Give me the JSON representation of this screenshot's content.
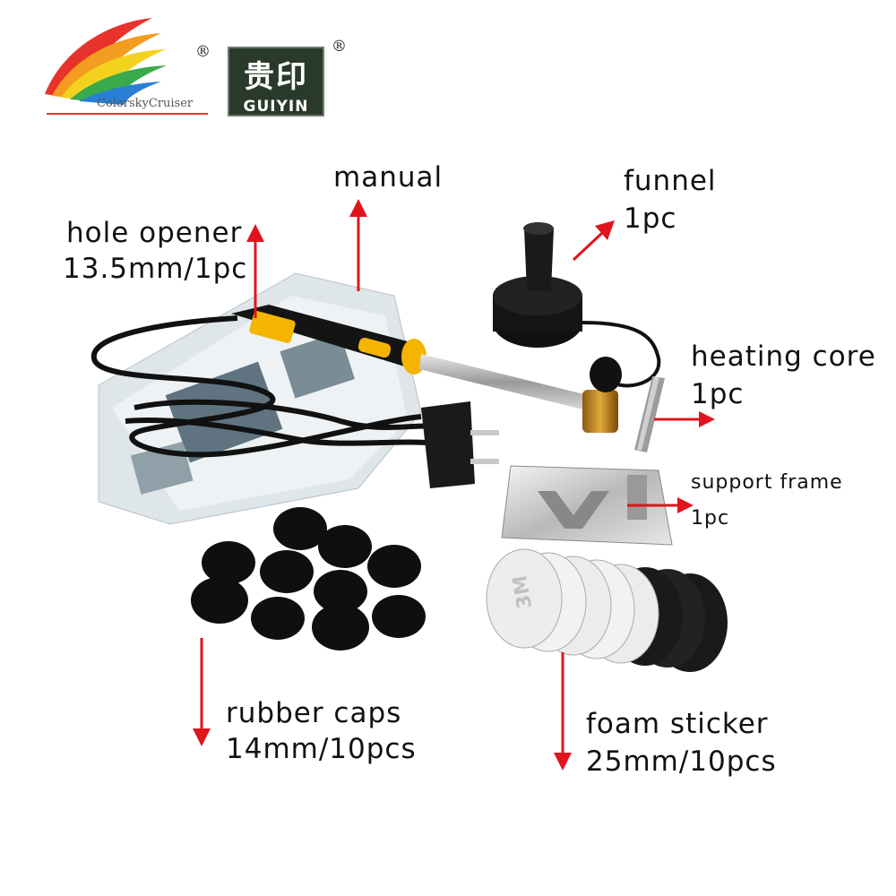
{
  "branding": {
    "logo1_name": "ColorskyCruiser",
    "registered_mark": "®",
    "logo2_chinese": "贵印",
    "logo2_english": "GUIYIN"
  },
  "callouts": {
    "manual": "manual",
    "hole_opener_line1": "hole opener",
    "hole_opener_line2": "13.5mm/1pc",
    "funnel_line1": "funnel",
    "funnel_line2": "1pc",
    "heating_core_line1": "heating core",
    "heating_core_line2": "1pc",
    "support_frame_line1": "support frame",
    "support_frame_line2": "1pc",
    "rubber_caps_line1": "rubber caps",
    "rubber_caps_line2": "14mm/10pcs",
    "foam_sticker_line1": "foam sticker",
    "foam_sticker_line2": "25mm/10pcs"
  },
  "product_markings": {
    "sticker_text": "3M"
  },
  "colors": {
    "arrow": "#e0141c",
    "handle_accent": "#f5b400",
    "logo_box": "#2a3a2a"
  }
}
